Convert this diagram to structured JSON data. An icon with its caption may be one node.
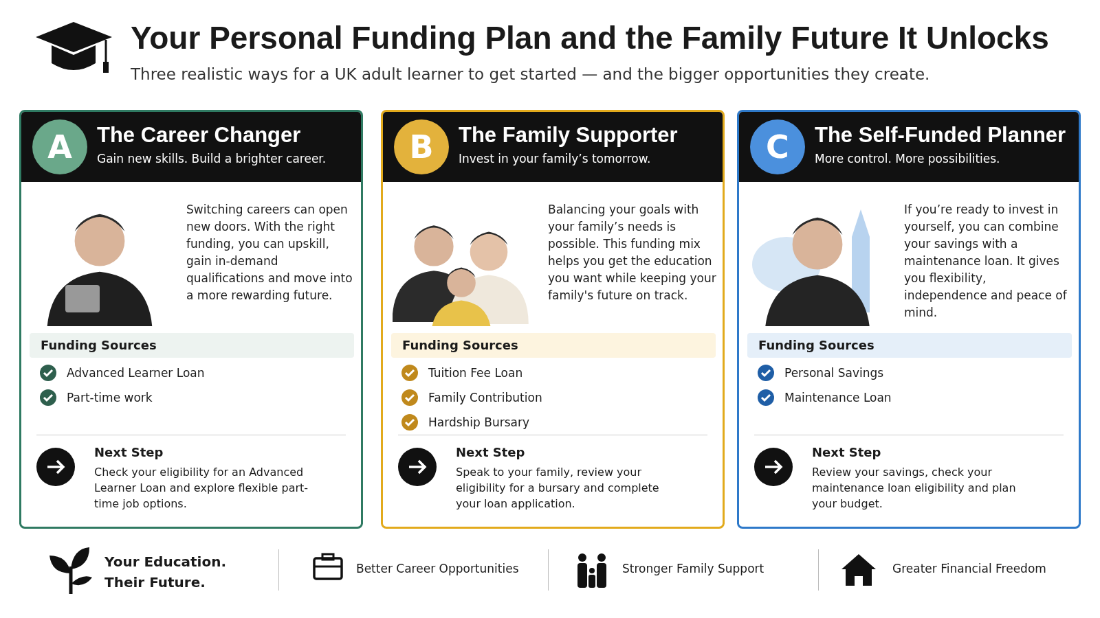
{
  "diagram": {
    "title": "Your Personal Funding Plan and the Family Future It Unlocks",
    "nodes": [
      {
        "text": [
          "A",
          "The Career Changer",
          "Gain new skills. Build a brighter career.",
          "Switching careers can open new doors. With the right funding, you can upskill, gain in-demand qualifications and move into a more rewarding future."
        ]
      },
      {
        "text": [
          "Funding Sources",
          "Advanced Learner Loan",
          "Part-time work"
        ],
        "in": 0
      },
      {
        "text": [
          "Next Step",
          "Check your eligibility for an Advanced Learner Loan and explore flexible part-time job options."
        ],
        "in": 0
      },
      {
        "text": [
          "B",
          "The Family Supporter",
          "Invest in your family’s tomorrow.",
          "Balancing your goals with your family’s needs is possible. This funding mix helps you get the education you want while keeping your family's future on track."
        ]
      },
      {
        "text": [
          "Funding Sources",
          "Tuition Fee Loan",
          "Family Contribution",
          "Hardship Bursary"
        ],
        "in": 3
      },
      {
        "text": [
          "Next Step",
          "Speak to your family, review your eligibility for a bursary and complete your loan application."
        ],
        "in": 3
      },
      {
        "text": [
          "C",
          "The Self-Funded Planner",
          "More control. More possibilities.",
          "If you’re ready to invest in yourself, you can combine your savings with a maintenance loan. It gives you flexibility, independence and peace of mind."
        ]
      },
      {
        "text": [
          "Funding Sources",
          "Personal Savings",
          "Maintenance Loan"
        ],
        "in": 6
      },
      {
        "text": [
          "Next Step",
          "Review your savings, check your maintenance loan eligibility and plan your budget."
        ],
        "in": 6
      }
    ],
    "labels": [
      "Three realistic ways for a UK adult learner to get started — and the bigger opportunities they create.",
      "Your Education. Their Future.",
      "Better Career Opportunities",
      "Stronger Family Support",
      "Greater Financial Freedom"
    ]
  }
}
